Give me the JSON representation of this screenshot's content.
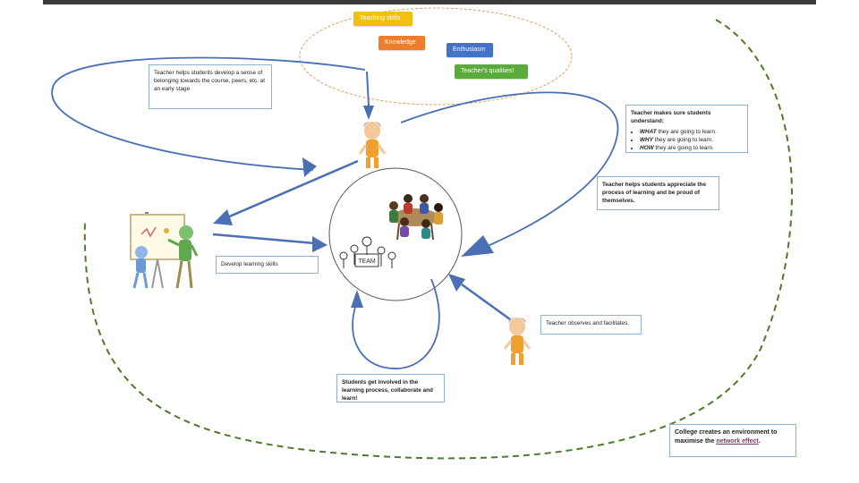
{
  "tags": {
    "teaching_skills": "Teaching skills",
    "knowledge": "Knowledge",
    "enthusiasm": "Enthusiasm",
    "qualities": "Teacher's qualities!"
  },
  "notes": {
    "belonging": "Teacher helps students develop a sense of belonging towards the course, peers, etc. at an early stage",
    "understand_title": "Teacher makes sure students understand:",
    "understand_items": [
      {
        "em": "WHAT",
        "rest": " they are going to learn."
      },
      {
        "em": "WHY",
        "rest": " they are going to learn."
      },
      {
        "em": "HOW",
        "rest": " they are going to learn."
      }
    ],
    "appreciate": "Teacher helps students appreciate the process of learning and be proud of themselves.",
    "skills": "Develop learning skills",
    "observes": "Teacher observes and facilitates.",
    "involved": "Students get involved in the learning process, collaborate and learn!",
    "college_prefix": "College creates an environment to maximise the ",
    "college_link": "network effect",
    "college_suffix": "."
  },
  "figures": {
    "team_label": "TEAM"
  },
  "colors": {
    "teaching_skills": "#f2c10f",
    "knowledge": "#ee7d2c",
    "enthusiasm": "#4472c4",
    "qualities": "#5aaa3c",
    "arrow": "#4a6fb5",
    "dashed_boundary": "#4e7a2a",
    "qualities_ellipse": "#e0a060"
  }
}
